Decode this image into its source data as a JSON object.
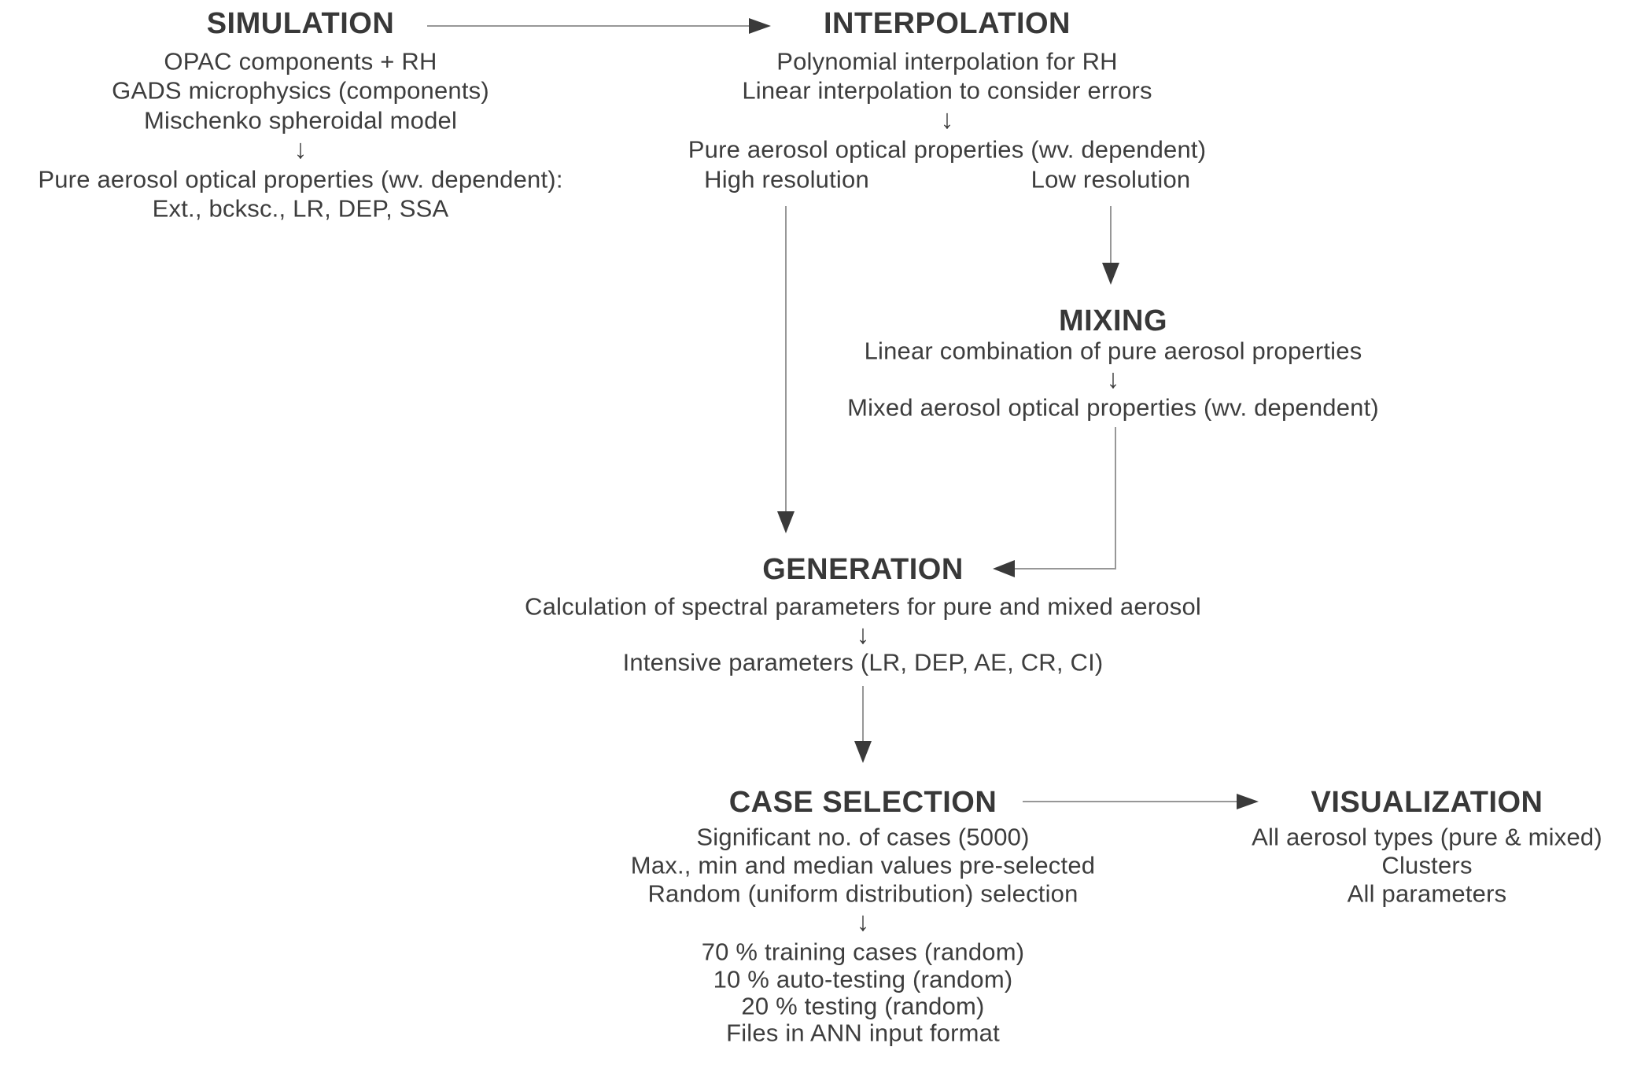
{
  "diagram": {
    "colors": {
      "background": "#ffffff",
      "text": "#3d3d3d",
      "title": "#383838",
      "line": "#979797",
      "arrowhead": "#3a3a3a"
    },
    "blocks": {
      "simulation": {
        "title": "SIMULATION",
        "lines": [
          "OPAC components + RH",
          "GADS microphysics (components)",
          "Mischenko spheroidal model",
          "↓",
          "Pure aerosol optical properties (wv. dependent):",
          "Ext., bcksc., LR, DEP, SSA"
        ]
      },
      "interpolation": {
        "title": "INTERPOLATION",
        "lines": [
          "Polynomial interpolation for RH",
          "Linear interpolation to consider errors",
          "↓",
          "Pure aerosol optical properties (wv. dependent)"
        ],
        "high_res_label": "High resolution",
        "low_res_label": "Low resolution"
      },
      "mixing": {
        "title": "MIXING",
        "lines": [
          "Linear combination of pure aerosol properties",
          "↓",
          "Mixed aerosol optical properties (wv. dependent)"
        ]
      },
      "generation": {
        "title": "GENERATION",
        "lines": [
          "Calculation of spectral parameters for pure and mixed aerosol",
          "↓",
          "Intensive parameters (LR, DEP, AE, CR, CI)"
        ]
      },
      "case_selection": {
        "title": "CASE SELECTION",
        "lines": [
          "Significant no. of cases (5000)",
          "Max., min and median values pre-selected",
          "Random (uniform distribution) selection",
          "↓",
          "70 % training cases (random)",
          "10 % auto-testing (random)",
          "20 % testing (random)",
          "Files in ANN input format"
        ]
      },
      "visualization": {
        "title": "VISUALIZATION",
        "lines": [
          "All aerosol types (pure & mixed)",
          "Clusters",
          "All parameters"
        ]
      }
    }
  }
}
